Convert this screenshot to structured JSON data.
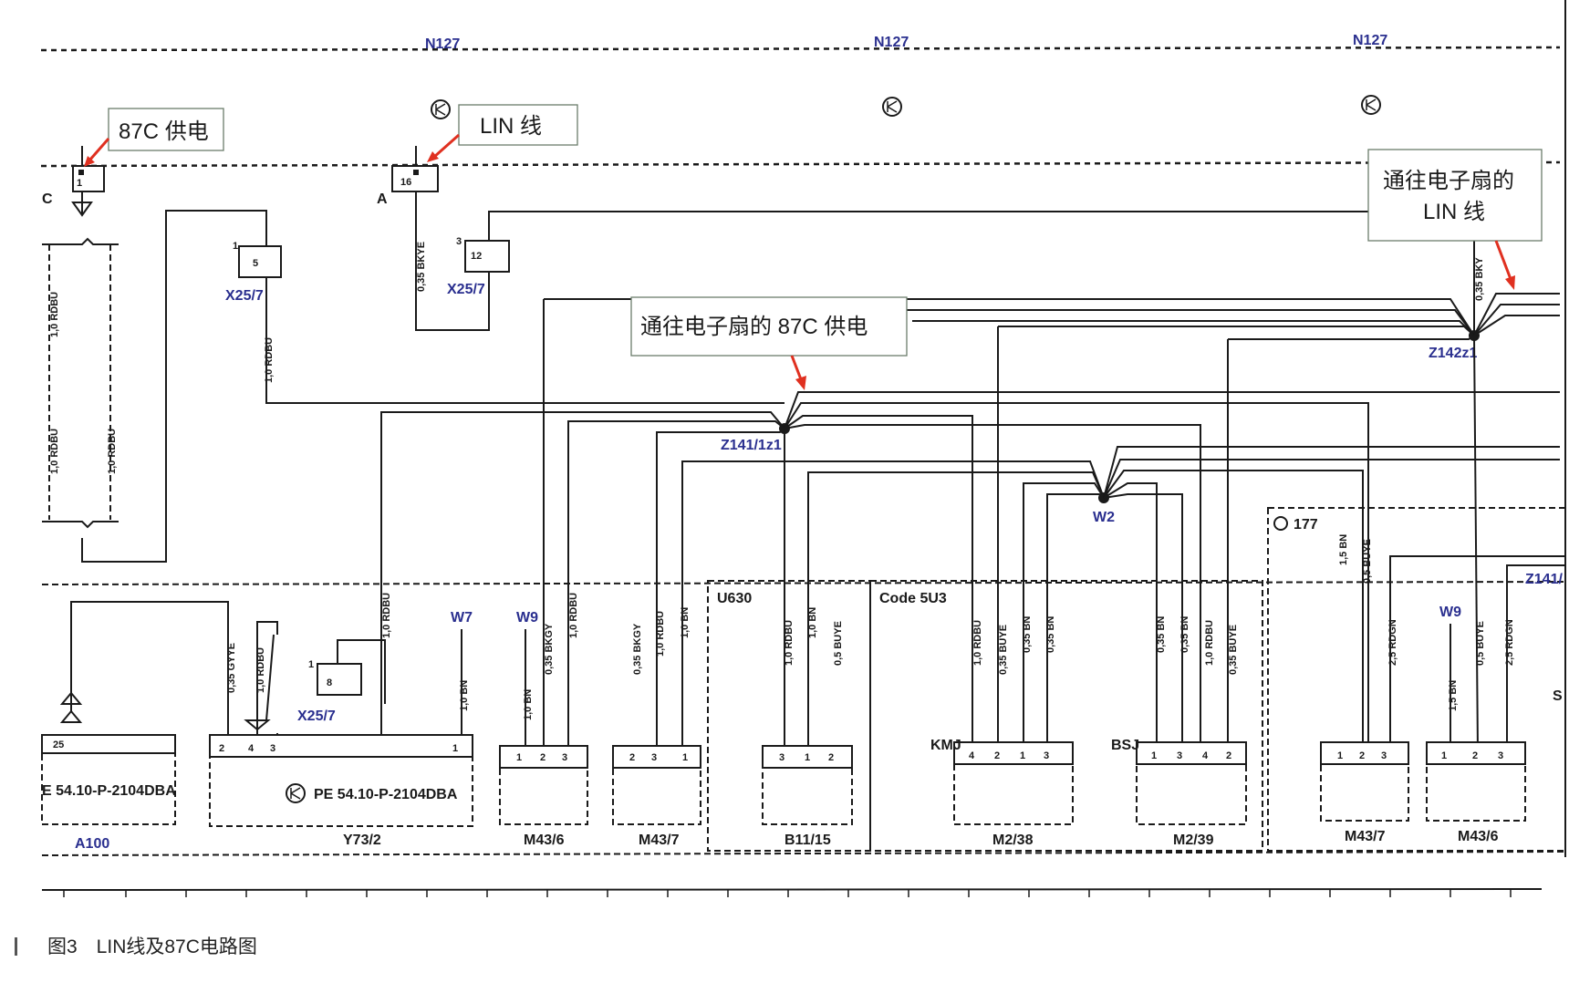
{
  "callouts": {
    "supply_87c": "87C 供电",
    "lin": "LIN 线",
    "fan_lin_1": "通往电子扇的",
    "fan_lin_2": "LIN 线",
    "fan_87c": "通往电子扇的 87C 供电"
  },
  "bus": {
    "n127": "N127"
  },
  "connectors": {
    "x25_7": "X25/7",
    "c": "C",
    "a": "A",
    "z142z1": "Z142z1",
    "z141_1z1": "Z141/1z1",
    "w2": "W2",
    "z141_partial": "Z141/",
    "w7": "W7",
    "w9": "W9",
    "code_177": "177",
    "u630": "U630",
    "code_5u3": "Code 5U3",
    "kmj": "KMJ",
    "bsj": "BSJ",
    "s_partial": "S"
  },
  "components": {
    "a100": "A100",
    "y73_2": "Y73/2",
    "m43_6": "M43/6",
    "m43_7": "M43/7",
    "b11_15": "B11/15",
    "m2_38": "M2/38",
    "m2_39": "M2/39",
    "m43_7b": "M43/7",
    "m43_6b": "M43/6",
    "pe_left": "E 54.10-P-2104DBA",
    "pe_right": "PE 54.10-P-2104DBA"
  },
  "wires": {
    "rdbu_10": "1,0 RDBU",
    "bkye_035": "0,35 BKYE",
    "bkye_035_b": "0,35 BKY",
    "gyye_035": "0,35 GYYE",
    "bn_10": "1,0 BN",
    "bkgy_035": "0,35 BKGY",
    "buye_05": "0,5 BUYE",
    "buye_035": "0,35 BUYE",
    "bn_035": "0,35 BN",
    "bn_15": "1,5 BN",
    "rdgn_25": "2,5 RDGN"
  },
  "caption": "图3　LIN线及87C电路图"
}
